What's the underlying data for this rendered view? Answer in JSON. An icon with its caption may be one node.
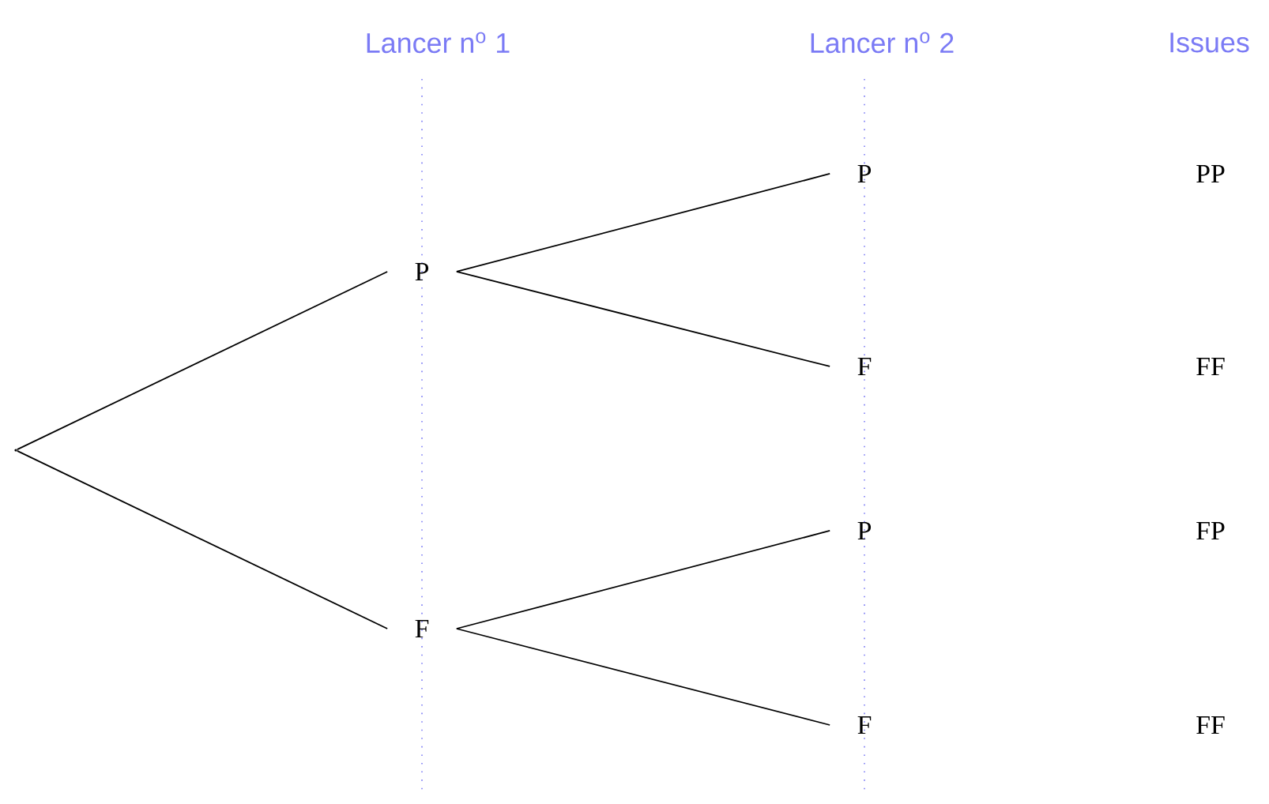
{
  "diagram": {
    "nodes": [
      {
        "text": [],
        "shape": "point"
      },
      {
        "text": [
          "P"
        ]
      },
      {
        "text": [
          "F"
        ]
      },
      {
        "text": [
          "P"
        ]
      },
      {
        "text": [
          "F"
        ]
      },
      {
        "text": [
          "P"
        ]
      },
      {
        "text": [
          "F"
        ]
      }
    ],
    "edges": [
      {
        "from": 0,
        "to": 1,
        "arrow": "none"
      },
      {
        "from": 0,
        "to": 2,
        "arrow": "none"
      },
      {
        "from": 1,
        "to": 3,
        "arrow": "none"
      },
      {
        "from": 1,
        "to": 4,
        "arrow": "none"
      },
      {
        "from": 2,
        "to": 5,
        "arrow": "none"
      },
      {
        "from": 2,
        "to": 6,
        "arrow": "none"
      }
    ],
    "labels": [
      "Lancer n$^{o}$ 1",
      "Lancer n$^{o}$ 2",
      "Issues",
      "PP",
      "FF",
      "FP",
      "FF"
    ]
  }
}
